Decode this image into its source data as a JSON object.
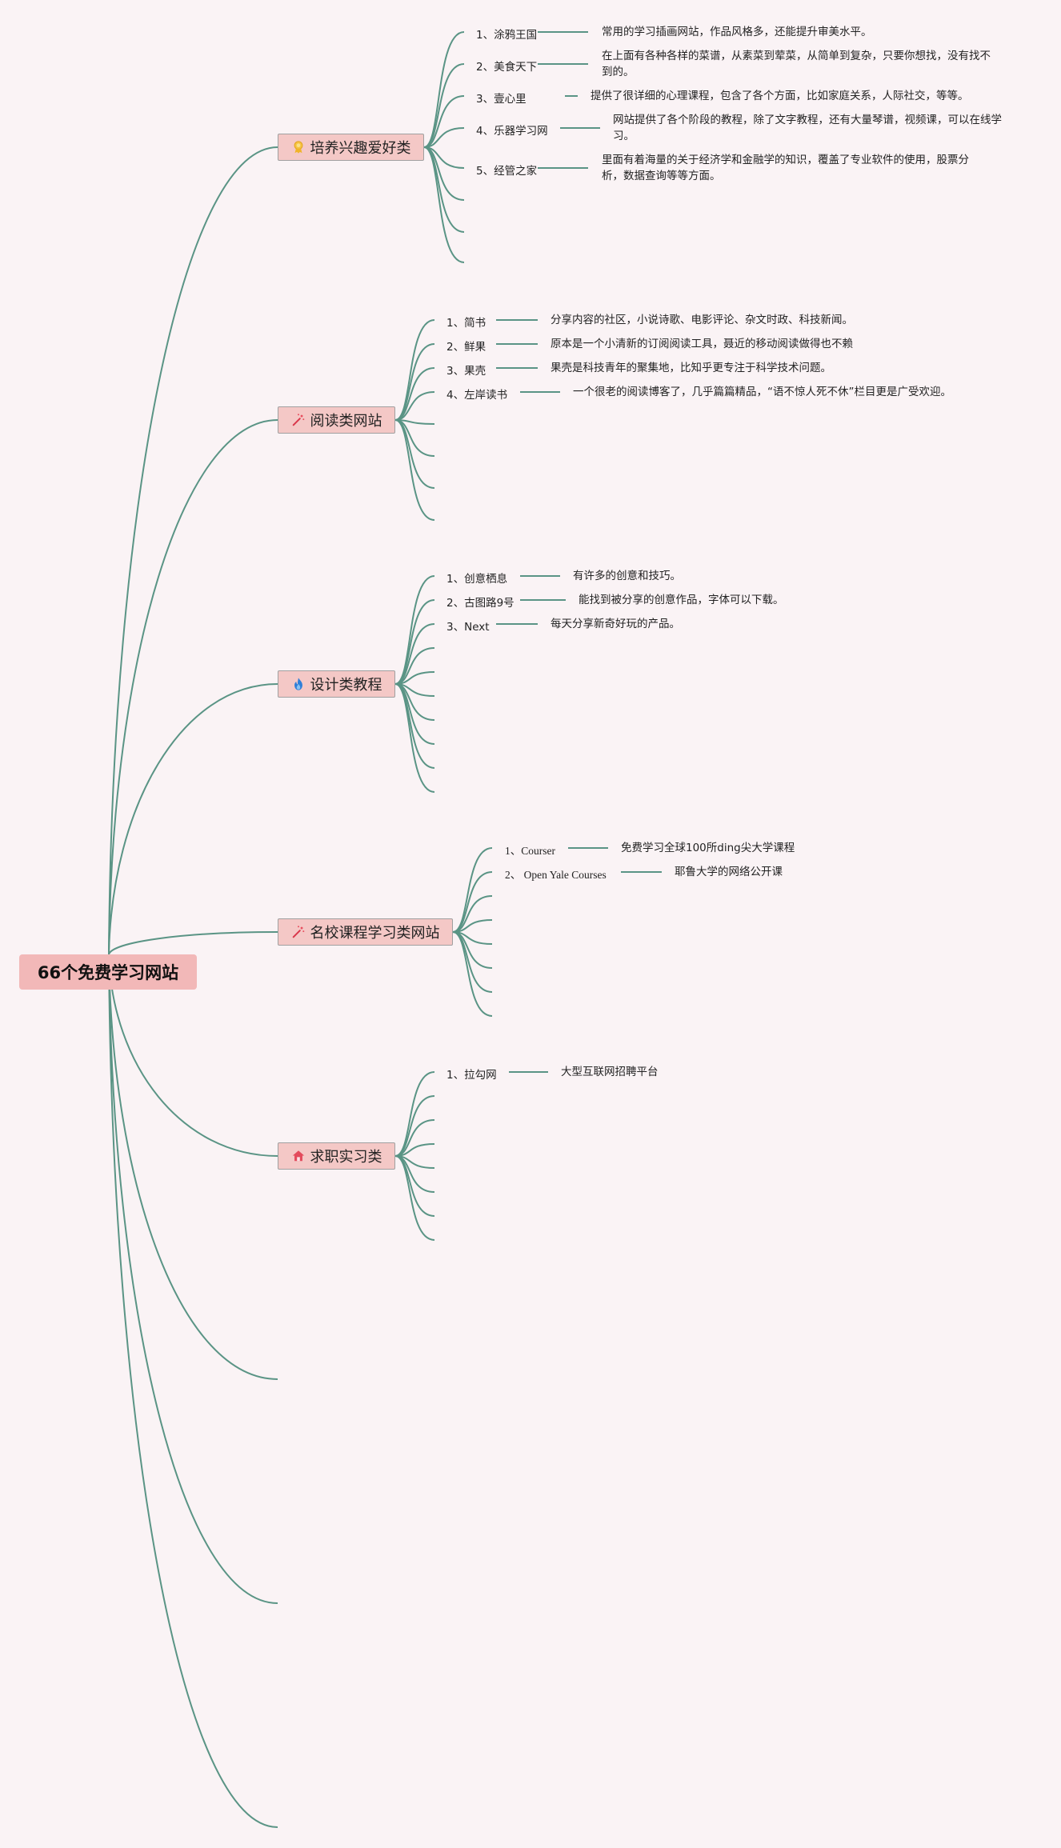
{
  "root": {
    "title": "66个免费学习网站"
  },
  "categories": [
    {
      "title": "培养兴趣爱好类",
      "icon": "ribbon-icon",
      "items": [
        {
          "name": "1、涂鸦王国",
          "desc": "常用的学习插画网站，作品风格多，还能提升审美水平。"
        },
        {
          "name": "2、美食天下",
          "desc": "在上面有各种各样的菜谱，从素菜到荤菜，从简单到复杂，只要你想找，没有找不到的。"
        },
        {
          "name": "3、壹心里",
          "desc": "提供了很详细的心理课程，包含了各个方面，比如家庭关系，人际社交，等等。"
        },
        {
          "name": "4、乐器学习网",
          "desc": "网站提供了各个阶段的教程，除了文字教程，还有大量琴谱，视频课，可以在线学习。"
        },
        {
          "name": "5、经管之家",
          "desc": "里面有着海量的关于经济学和金融学的知识，覆盖了专业软件的使用，股票分析，数据查询等等方面。"
        }
      ]
    },
    {
      "title": "阅读类网站",
      "icon": "magic-wand-icon",
      "items": [
        {
          "name": "1、简书",
          "desc": "分享内容的社区，小说诗歌、电影评论、杂文时政、科技新闻。"
        },
        {
          "name": "2、鲜果",
          "desc": "原本是一个小清新的订阅阅读工具，聂近的移动阅读做得也不赖"
        },
        {
          "name": "3、果壳",
          "desc": "果壳是科技青年的聚集地，比知乎更专注于科学技术问题。"
        },
        {
          "name": "4、左岸读书",
          "desc": "一个很老的阅读博客了，几乎篇篇精品，“语不惊人死不休”栏目更是广受欢迎。"
        }
      ]
    },
    {
      "title": "设计类教程",
      "icon": "flame-icon",
      "items": [
        {
          "name": "1、创意栖息",
          "desc": "有许多的创意和技巧。"
        },
        {
          "name": "2、古图路9号",
          "desc": "能找到被分享的创意作品，字体可以下载。"
        },
        {
          "name": "3、Next",
          "desc": "每天分享新奇好玩的产品。"
        }
      ]
    },
    {
      "title": "名校课程学习类网站",
      "icon": "magic-wand-icon",
      "items": [
        {
          "name": "1、Courser",
          "desc": "免费学习全球100所ding尖大学课程"
        },
        {
          "name": "2、 Open Yale Courses",
          "desc": "耶鲁大学的网络公开课"
        }
      ]
    },
    {
      "title": "求职实习类",
      "icon": "house-icon",
      "items": [
        {
          "name": "1、拉勾网",
          "desc": "大型互联网招聘平台"
        }
      ]
    }
  ],
  "colors": {
    "connector": "#5a9485",
    "node_fill": "#f4c8c6",
    "root_fill": "#f2b8b8",
    "background": "#faf3f5"
  }
}
